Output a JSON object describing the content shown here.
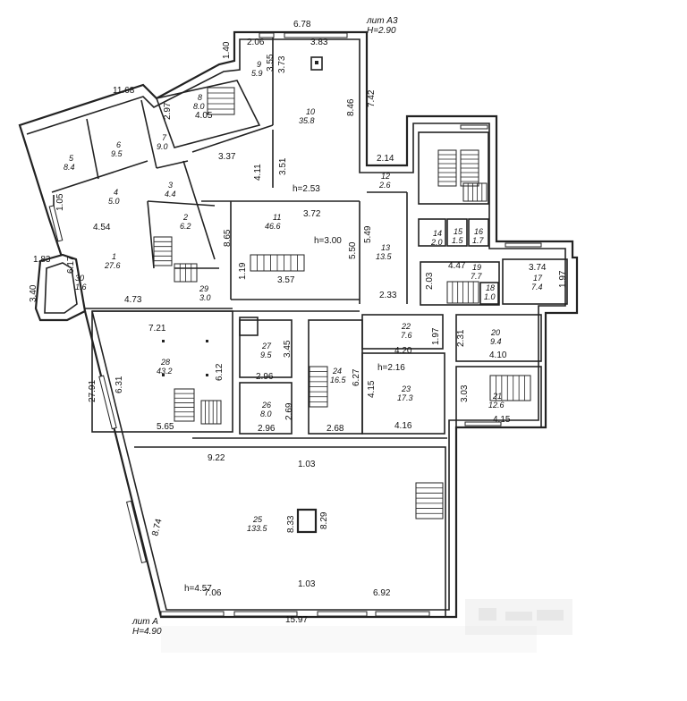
{
  "labels": {
    "wing_a3": "лит А3",
    "wing_a3_height": "H=2.90",
    "wing_a": "лит А",
    "wing_a_height": "H=4.90"
  },
  "rooms": [
    {
      "no": "1",
      "area": "27.6"
    },
    {
      "no": "2",
      "area": "6.2"
    },
    {
      "no": "3",
      "area": "4.4"
    },
    {
      "no": "4",
      "area": "5.0"
    },
    {
      "no": "5",
      "area": "8.4"
    },
    {
      "no": "6",
      "area": "9.5"
    },
    {
      "no": "7",
      "area": "9.0"
    },
    {
      "no": "8",
      "area": "8.0"
    },
    {
      "no": "9",
      "area": "5.9"
    },
    {
      "no": "10",
      "area": "35.8"
    },
    {
      "no": "11",
      "area": "46.6"
    },
    {
      "no": "12",
      "area": "2.6"
    },
    {
      "no": "13",
      "area": "13.5"
    },
    {
      "no": "14",
      "area": "2.0"
    },
    {
      "no": "15",
      "area": "1.5"
    },
    {
      "no": "16",
      "area": "1.7"
    },
    {
      "no": "17",
      "area": "7.4"
    },
    {
      "no": "18",
      "area": "1.0"
    },
    {
      "no": "19",
      "area": "7.7"
    },
    {
      "no": "20",
      "area": "9.4"
    },
    {
      "no": "21",
      "area": "12.6"
    },
    {
      "no": "22",
      "area": "7.6"
    },
    {
      "no": "23",
      "area": "17.3"
    },
    {
      "no": "24",
      "area": "16.5"
    },
    {
      "no": "25",
      "area": "133.5"
    },
    {
      "no": "26",
      "area": "8.0"
    },
    {
      "no": "27",
      "area": "9.5"
    },
    {
      "no": "28",
      "area": "43.2"
    },
    {
      "no": "29",
      "area": "3.0"
    },
    {
      "no": "30",
      "area": "1.6"
    }
  ],
  "dimensions": {
    "d_678": "6.78",
    "d_206": "2.06",
    "d_383": "3.83",
    "d_140": "1.40",
    "d_355": "3.55",
    "d_373": "3.73",
    "d_846": "8.46",
    "d_742": "7.42",
    "d_1168": "11.68",
    "d_405": "4.05",
    "d_297": "2.97",
    "d_337": "3.37",
    "d_411": "4.11",
    "d_351": "3.51",
    "d_h253": "h=2.53",
    "d_214": "2.14",
    "d_105": "1.05",
    "d_454": "4.54",
    "d_372": "3.72",
    "d_h300": "h=3.00",
    "d_865": "8.65",
    "d_550": "5.50",
    "d_549": "5.49",
    "d_119": "1.19",
    "d_357": "3.57",
    "d_183": "1.83",
    "d_617": "6.17",
    "d_340": "3.40",
    "d_473": "4.73",
    "d_233": "2.33",
    "d_203": "2.03",
    "d_447": "4.47",
    "d_374": "3.74",
    "d_197a": "1.97",
    "d_721": "7.21",
    "d_345": "3.45",
    "d_612": "6.12",
    "d_420": "4.20",
    "d_197b": "1.97",
    "d_231": "2.31",
    "d_410": "4.10",
    "d_h216": "h=2.16",
    "d_2791": "27.91",
    "d_631": "6.31",
    "d_296a": "2.96",
    "d_627": "6.27",
    "d_415a": "4.15",
    "d_303": "3.03",
    "d_269": "2.69",
    "d_565": "5.65",
    "d_296b": "2.96",
    "d_268": "2.68",
    "d_416": "4.16",
    "d_415b": "4.15",
    "d_922": "9.22",
    "d_103a": "1.03",
    "d_874": "8.74",
    "d_833": "8.33",
    "d_829": "8.29",
    "d_h457": "h=4.57",
    "d_103b": "1.03",
    "d_706": "7.06",
    "d_692": "6.92",
    "d_1597": "15.97"
  }
}
